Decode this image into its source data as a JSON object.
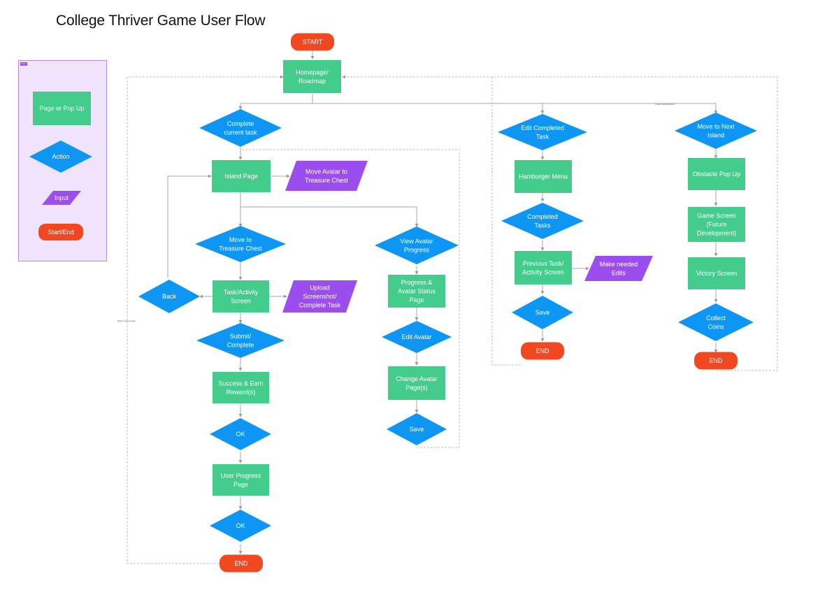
{
  "title": "College Thriver Game User Flow",
  "legend": {
    "tag": "Key",
    "page": "Page or Pop Up",
    "action": "Action",
    "input": "Input",
    "terminal": "Start/End"
  },
  "colors": {
    "page": "#44cc8c",
    "action": "#0e96f5",
    "input": "#9b4dee",
    "terminal": "#f24822",
    "legend_bg": "#efe4fc",
    "connector": "#b3b3b3"
  },
  "nodes": {
    "start": "START",
    "homepage": "Homepage/ Roadmap",
    "complete_task": "Complete current task",
    "island_page": "Island Page",
    "move_avatar": "Move Avatar to Treasure Chest",
    "move_to_chest": "Move to Treasure Chest",
    "back": "Back",
    "task_screen": "Task/Activity Screen",
    "upload": "Upload Screenshot/ Complete Task",
    "submit": "Submit/ Complete",
    "success": "Success & Earn Reward(s)",
    "ok1": "OK",
    "user_progress": "User Progress Page",
    "ok2": "OK",
    "end1": "END",
    "view_avatar": "View Avatar Progress",
    "progress_status": "Progress & Avatar Status Page",
    "edit_avatar": "Edit Avatar",
    "change_avatar": "Change Avatar Page(s)",
    "save1": "Save",
    "edit_completed": "Edit Completed Task",
    "hamburger": "Hamburger Menu",
    "completed_tasks": "Completed Tasks",
    "previous_task": "Previous Task/ Activity Screen",
    "make_edits": "Make needed Edits",
    "save2": "Save",
    "end2": "END",
    "move_next": "Move to Next Island",
    "obstacle": "Obstacle Pop Up",
    "game_screen": "Game Screen (Future Development)",
    "victory": "Victory Screen",
    "collect": "Collect Coins",
    "end3": "END"
  },
  "annotations": {
    "future_dev": "Future Development",
    "back_home": "Back to Homepage"
  }
}
